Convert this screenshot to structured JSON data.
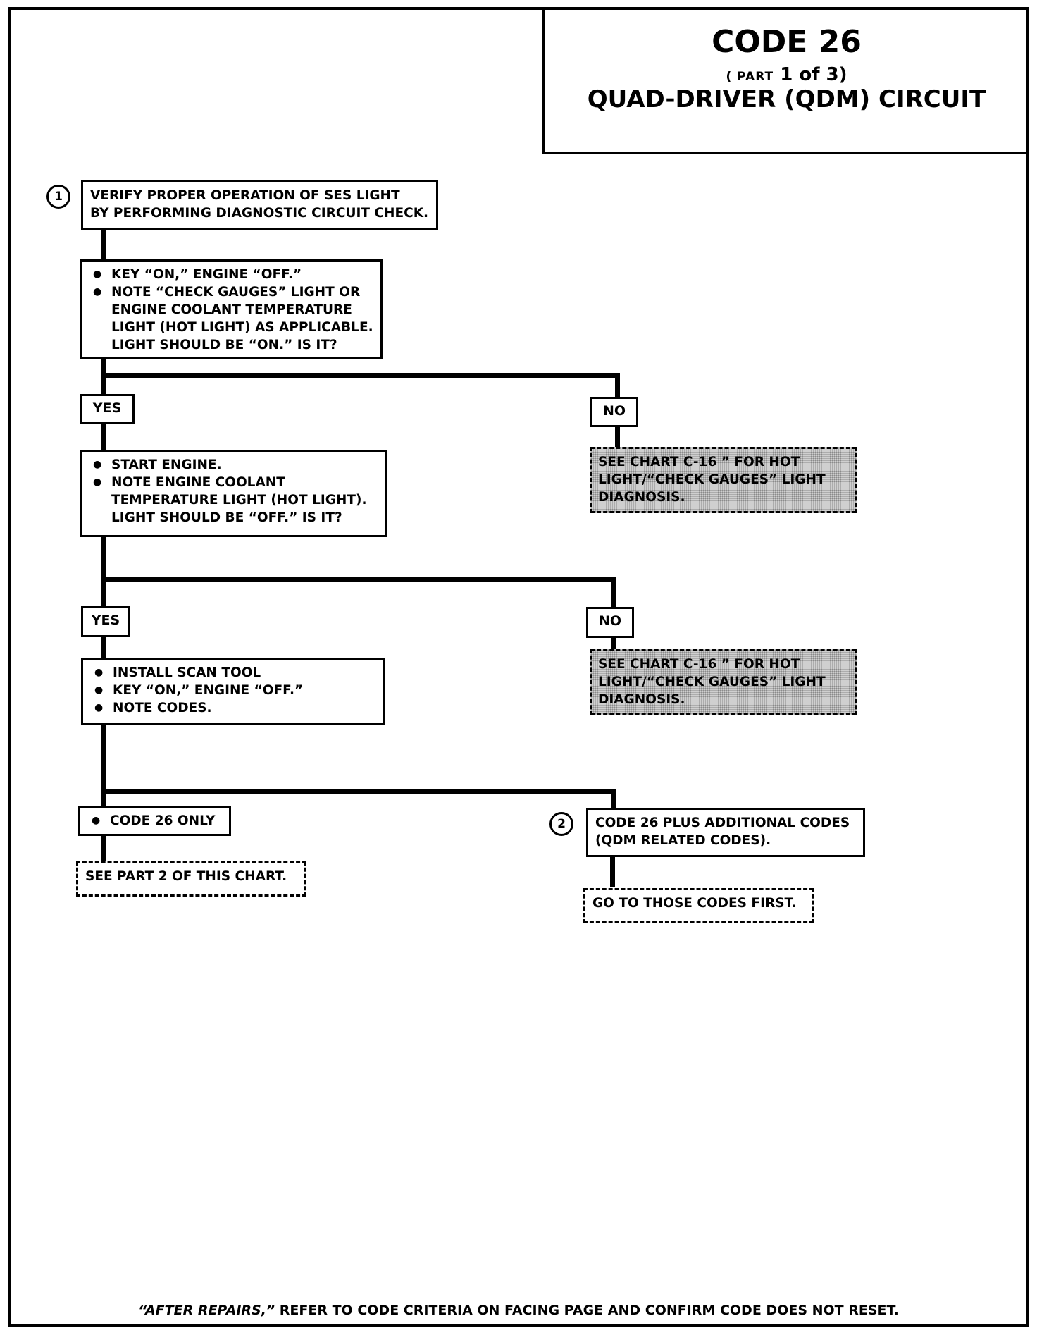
{
  "header": {
    "code": "CODE 26",
    "part_prefix": "( PART",
    "part_number": "1 of 3)",
    "subtitle": "QUAD-DRIVER (QDM) CIRCUIT"
  },
  "steps": {
    "step1": {
      "marker": "1",
      "lines": [
        "VERIFY PROPER OPERATION OF SES LIGHT",
        "BY PERFORMING DIAGNOSTIC CIRCUIT CHECK."
      ]
    },
    "step2": {
      "bullets": [
        "KEY “ON,” ENGINE “OFF.”",
        "NOTE “CHECK GAUGES” LIGHT OR ENGINE COOLANT TEMPERATURE LIGHT (HOT LIGHT) AS APPLICABLE. LIGHT SHOULD BE “ON.” IS IT?"
      ]
    },
    "branch1": {
      "yes": "YES",
      "no": "NO"
    },
    "no1_result": "SEE CHART C-16 ” FOR HOT LIGHT/“CHECK GAUGES” LIGHT DIAGNOSIS.",
    "step3": {
      "bullets": [
        "START ENGINE.",
        "NOTE ENGINE COOLANT TEMPERATURE LIGHT (HOT LIGHT). LIGHT SHOULD BE “OFF.” IS IT?"
      ]
    },
    "branch2": {
      "yes": "YES",
      "no": "NO"
    },
    "no2_result": "SEE CHART C-16 ” FOR HOT LIGHT/“CHECK GAUGES” LIGHT DIAGNOSIS.",
    "step4": {
      "bullets": [
        "INSTALL SCAN TOOL",
        "KEY “ON,” ENGINE “OFF.”",
        "NOTE CODES."
      ]
    },
    "code26_only": "CODE 26 ONLY",
    "code26_only_result": "SEE PART 2 OF THIS CHART.",
    "code26_plus": {
      "marker": "2",
      "lines": [
        "CODE 26 PLUS ADDITIONAL CODES",
        "(QDM RELATED CODES)."
      ]
    },
    "code26_plus_result": "GO TO THOSE CODES FIRST."
  },
  "footer": {
    "italic": "“AFTER REPAIRS,”",
    "text": " REFER TO CODE CRITERIA ON FACING PAGE AND CONFIRM CODE DOES NOT RESET."
  }
}
